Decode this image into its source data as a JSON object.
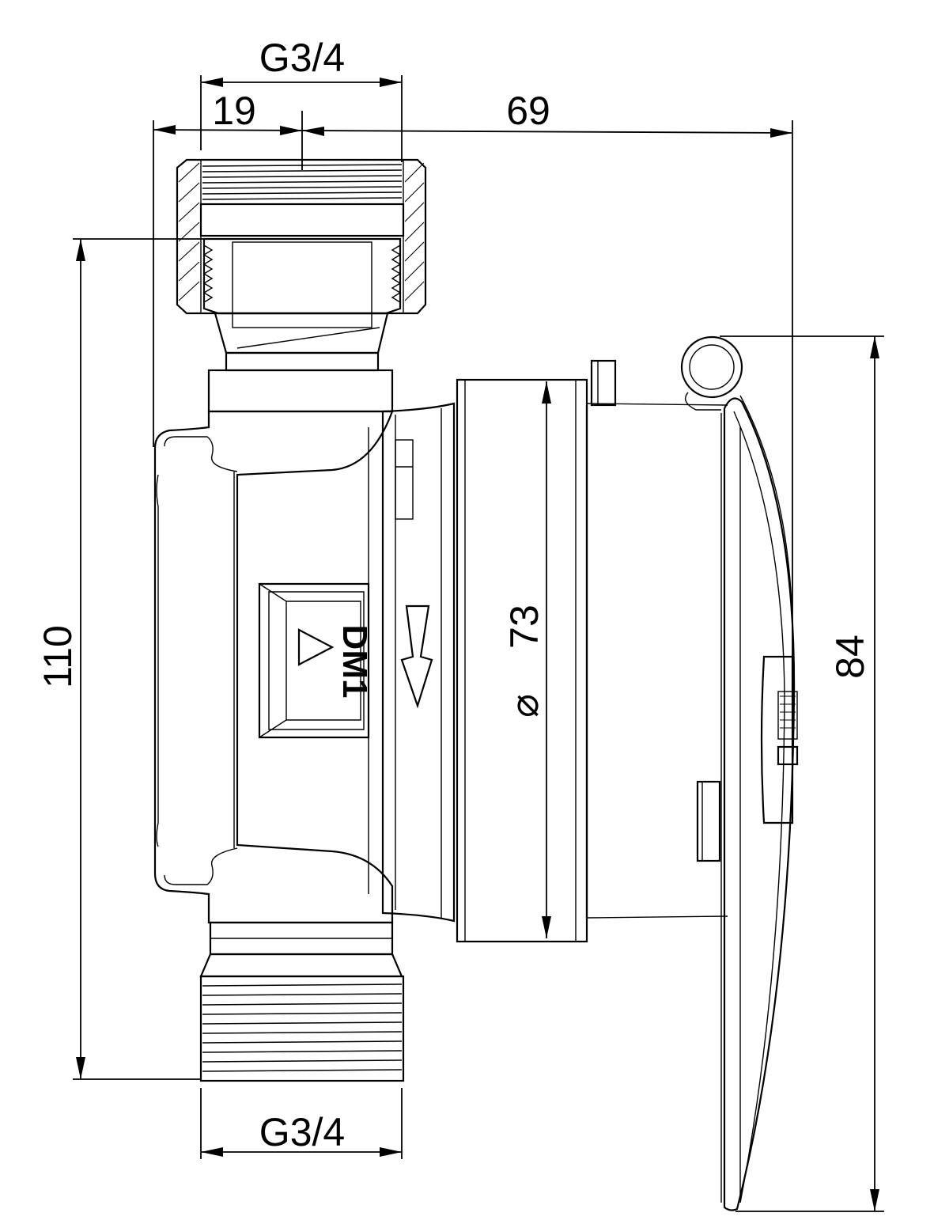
{
  "dimensions": {
    "top_thread": "G3/4",
    "offset_left": "19",
    "offset_right": "69",
    "overall_height": "110",
    "rotor_diameter": "73",
    "head_height": "84",
    "bottom_thread": "G3/4"
  },
  "body_marking": "DM1",
  "diameter_symbol": "⌀"
}
